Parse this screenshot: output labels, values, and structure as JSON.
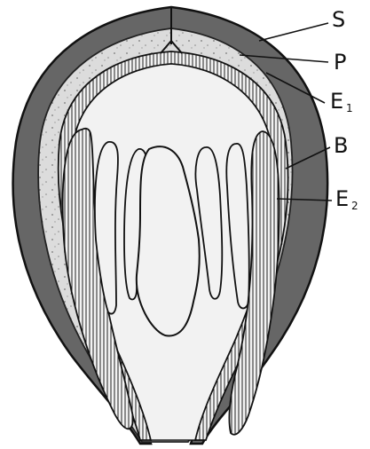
{
  "labels": {
    "s": {
      "main": "S",
      "sub": ""
    },
    "p": {
      "main": "P",
      "sub": ""
    },
    "e1": {
      "main": "E",
      "sub": "1"
    },
    "b": {
      "main": "B",
      "sub": ""
    },
    "e2": {
      "main": "E",
      "sub": "2"
    }
  },
  "colors": {
    "outer_dark": "#666666",
    "tissue_light": "#d8d8d8",
    "cavity": "#f2f2f2",
    "line": "#111111",
    "background": "#ffffff"
  }
}
